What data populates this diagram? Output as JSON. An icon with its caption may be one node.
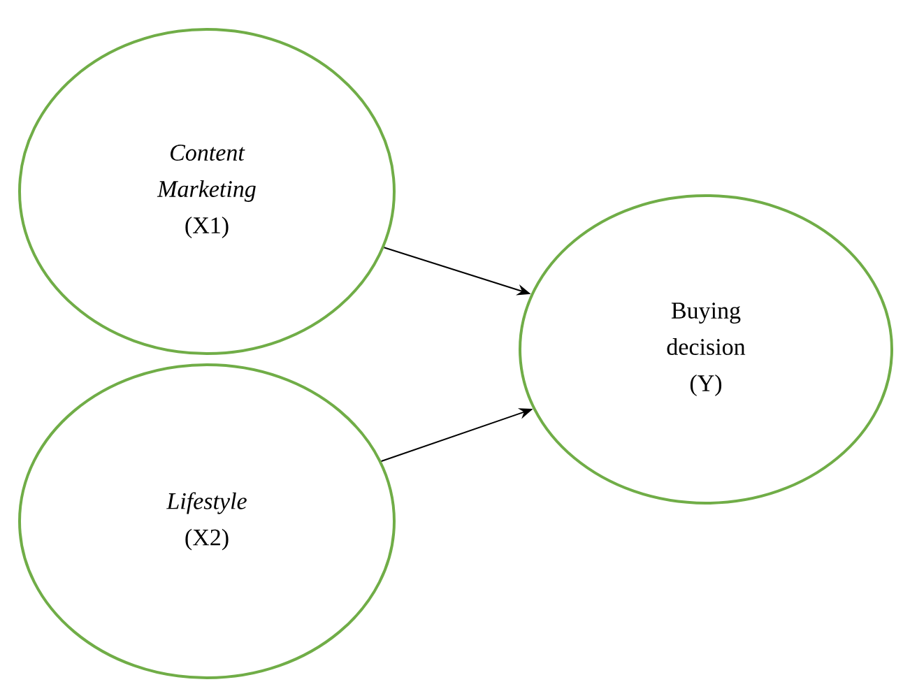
{
  "diagram": {
    "nodes": [
      {
        "text": [
          "Content Marketing",
          "(X1)"
        ]
      },
      {
        "text": [
          "Lifestyle",
          "(X2)"
        ]
      },
      {
        "text": [
          "Buying decision (Y)"
        ]
      }
    ],
    "edges": [
      {
        "from": 0,
        "to": 2,
        "arrow": "to"
      },
      {
        "from": 1,
        "to": 2,
        "arrow": "to"
      }
    ]
  }
}
